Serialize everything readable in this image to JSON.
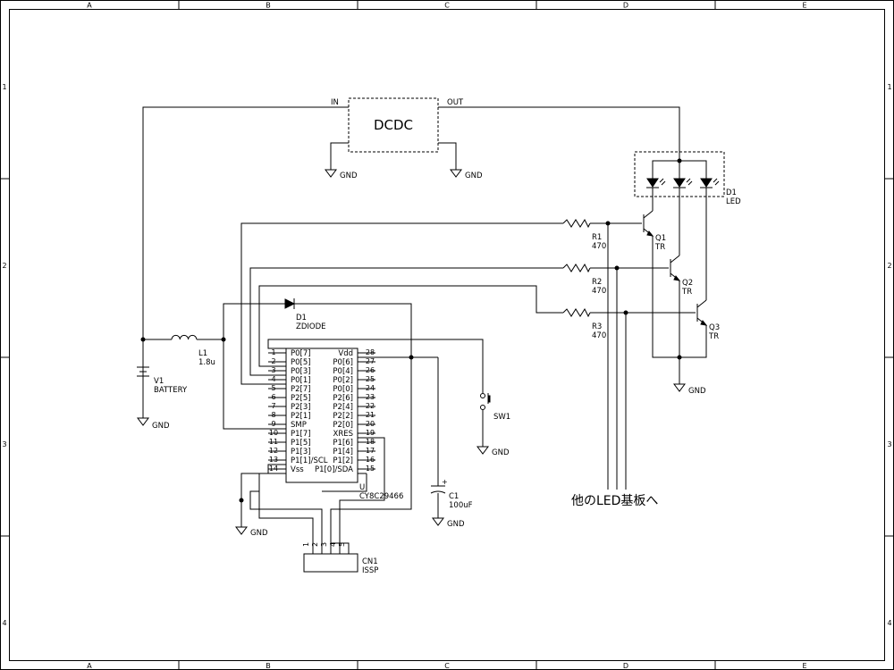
{
  "frame": {
    "columns": [
      "A",
      "B",
      "C",
      "D",
      "E"
    ],
    "rows": [
      "1",
      "2",
      "3",
      "4"
    ]
  },
  "dcdc": {
    "label": "DCDC",
    "in_label": "IN",
    "out_label": "OUT"
  },
  "gnd_label": "GND",
  "battery": {
    "ref": "V1",
    "value": "BATTERY"
  },
  "inductor": {
    "ref": "L1",
    "value": "1.8u"
  },
  "diode": {
    "ref": "D1",
    "value": "ZDIODE"
  },
  "led": {
    "ref": "D1",
    "value": "LED"
  },
  "resistors": [
    {
      "ref": "R1",
      "value": "470"
    },
    {
      "ref": "R2",
      "value": "470"
    },
    {
      "ref": "R3",
      "value": "470"
    }
  ],
  "transistors": [
    {
      "ref": "Q1",
      "value": "TR"
    },
    {
      "ref": "Q2",
      "value": "TR"
    },
    {
      "ref": "Q3",
      "value": "TR"
    }
  ],
  "switch": {
    "ref": "SW1"
  },
  "capacitor": {
    "ref": "C1",
    "value": "100uF",
    "polarity": "+"
  },
  "connector": {
    "ref": "CN1",
    "value": "ISSP",
    "pins": [
      "1",
      "2",
      "3",
      "4",
      "5"
    ]
  },
  "mcu": {
    "ref": "U",
    "part": "CY8C29466",
    "left_pins": [
      {
        "num": "1",
        "name": "P0[7]"
      },
      {
        "num": "2",
        "name": "P0[5]"
      },
      {
        "num": "3",
        "name": "P0[3]"
      },
      {
        "num": "4",
        "name": "P0[1]"
      },
      {
        "num": "5",
        "name": "P2[7]"
      },
      {
        "num": "6",
        "name": "P2[5]"
      },
      {
        "num": "7",
        "name": "P2[3]"
      },
      {
        "num": "8",
        "name": "P2[1]"
      },
      {
        "num": "9",
        "name": "SMP"
      },
      {
        "num": "10",
        "name": "P1[7]"
      },
      {
        "num": "11",
        "name": "P1[5]"
      },
      {
        "num": "12",
        "name": "P1[3]"
      },
      {
        "num": "13",
        "name": "P1[1]/SCL"
      },
      {
        "num": "14",
        "name": "Vss"
      }
    ],
    "right_pins": [
      {
        "num": "28",
        "name": "Vdd"
      },
      {
        "num": "27",
        "name": "P0[6]"
      },
      {
        "num": "26",
        "name": "P0[4]"
      },
      {
        "num": "25",
        "name": "P0[2]"
      },
      {
        "num": "24",
        "name": "P0[0]"
      },
      {
        "num": "23",
        "name": "P2[6]"
      },
      {
        "num": "22",
        "name": "P2[4]"
      },
      {
        "num": "21",
        "name": "P2[2]"
      },
      {
        "num": "20",
        "name": "P2[0]"
      },
      {
        "num": "19",
        "name": "XRES"
      },
      {
        "num": "18",
        "name": "P1[6]"
      },
      {
        "num": "17",
        "name": "P1[4]"
      },
      {
        "num": "16",
        "name": "P1[2]"
      },
      {
        "num": "15",
        "name": "P1[0]/SDA"
      }
    ]
  },
  "offboard_label": "他のLED基板へ"
}
